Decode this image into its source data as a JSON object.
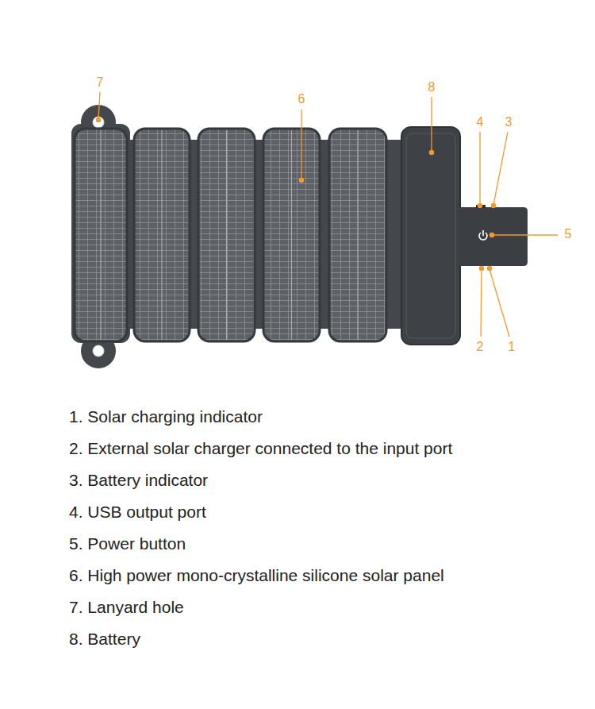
{
  "diagram": {
    "labels": [
      "7",
      "6",
      "8",
      "4",
      "3",
      "5",
      "2",
      "1",
      "1. Solar charging indicator",
      "2. External solar charger connected to the input port",
      "3. Battery indicator",
      "4. USB output port",
      "5. Power button",
      "6. High power mono-crystalline silicone solar panel",
      "7. Lanyard hole",
      "8. Battery"
    ]
  }
}
